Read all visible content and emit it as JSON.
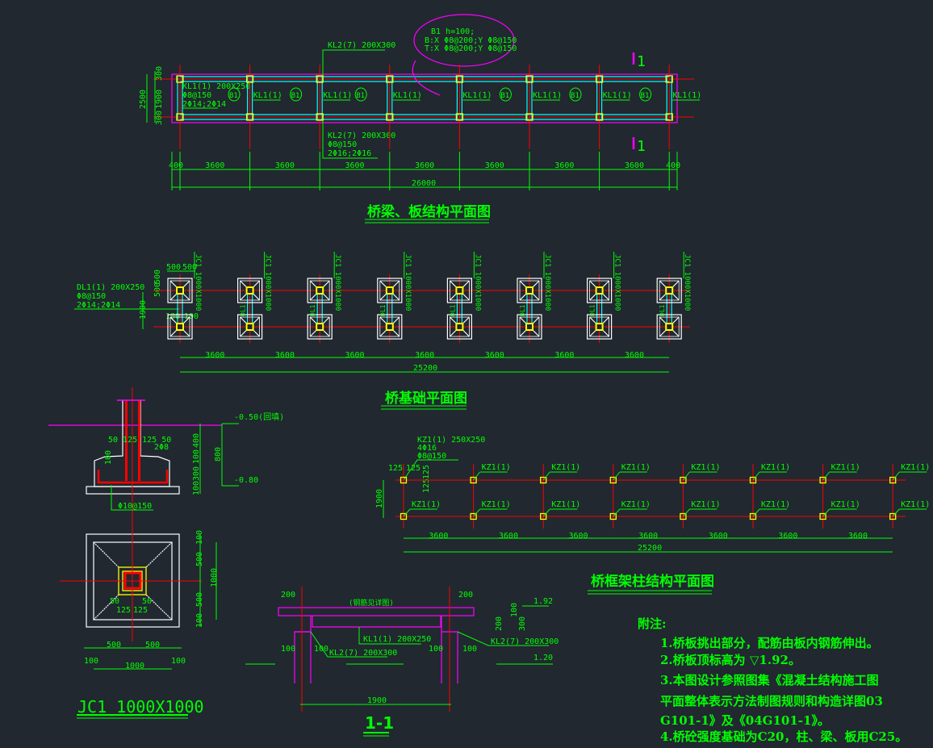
{
  "colors": {
    "background": "#212830",
    "text": "#00ff00",
    "axis": "#ff0000",
    "outline": "#ff00ff",
    "beam": "#00ffff",
    "column": "#ffff00",
    "footing": "#ffffff"
  },
  "plan_beam_slab": {
    "title": "桥梁、板结构平面图",
    "kl2_top": "KL2(7) 200X300",
    "kl2_bottom": [
      "KL2(7) 200X300",
      "Φ8@150",
      "2Φ16;2Φ16"
    ],
    "kl1_first": [
      "KL1(1) 200X250",
      "Φ8@150",
      "2Φ14;2Φ14"
    ],
    "kl1_label": "KL1(1)",
    "slab_label": "B1",
    "slab_note": [
      "B1 h=100;",
      "B:X Φ8@200;Y Φ8@150",
      "T:X Φ8@200;Y Φ8@150"
    ],
    "section_mark": "1",
    "side_dims": [
      "300",
      "1900",
      "300",
      "2500"
    ],
    "dims": [
      "400",
      "3600",
      "3600",
      "3600",
      "3600",
      "3600",
      "3600",
      "3600",
      "400"
    ],
    "total": "26000"
  },
  "plan_foundation": {
    "title": "桥基础平面图",
    "jc_label": "JC1 1000X1000",
    "dl_label": "DL1",
    "dl_note": [
      "DL1(1) 200X250",
      "Φ8@150",
      "2Φ14;2Φ14"
    ],
    "top_dims": [
      "500",
      "500"
    ],
    "side_dims": [
      "500",
      "500",
      "1900"
    ],
    "mid_dims": [
      "100",
      "100"
    ],
    "dims": [
      "3600",
      "3600",
      "3600",
      "3600",
      "3600",
      "3600",
      "3600"
    ],
    "total": "25200"
  },
  "plan_frame_column": {
    "title": "桥框架柱结构平面图",
    "kz_label": "KZ1(1)",
    "kz_note": [
      "KZ1(1) 250X250",
      "4Φ16",
      "Φ8@150"
    ],
    "detail_dims": [
      "125",
      "125",
      "125",
      "125"
    ],
    "side_dim": "1900",
    "dims": [
      "3600",
      "3600",
      "3600",
      "3600",
      "3600",
      "3600",
      "3600"
    ],
    "total": "25200"
  },
  "footing_detail": {
    "title": "JC1 1000X1000",
    "elev_top": "-0.50(回填)",
    "elev_bottom": "-0.80",
    "col_dims": "50 125 125 50",
    "stirrup": "2Φ8",
    "rebar": "Φ10@150",
    "v_dims": [
      "400",
      "100",
      "300",
      "100",
      "800",
      "100"
    ],
    "plan_v_dims": [
      "100",
      "500",
      "500",
      "100",
      "1000"
    ],
    "plan_inner": [
      "50",
      "125",
      "125",
      "50"
    ],
    "plan_h_dims": [
      "500",
      "500",
      "100",
      "1000",
      "100"
    ]
  },
  "section_1_1": {
    "title": "1-1",
    "note": "(钢筋见详图)",
    "dims_top": [
      "200",
      "200"
    ],
    "kl1": "KL1(1) 200X250",
    "kl2": "KL2(7) 200X300",
    "side": [
      "100",
      "100",
      "100",
      "100"
    ],
    "right_dims": [
      "100",
      "200",
      "300"
    ],
    "elev_top": "1.92",
    "elev_bottom": "1.20",
    "span": "1900"
  },
  "notes": {
    "heading": "附注:",
    "lines": [
      "1.桥板挑出部分，配筋由板内钢筋伸出。",
      "2.桥板顶标高为 ▽1.92。",
      "3.本图设计参照图集《混凝土结构施工图",
      "平面整体表示方法制图规则和构造详图03",
      "G101-1》及《04G101-1》。",
      "4.桥砼强度基础为C20，柱、梁、板用C25。"
    ]
  }
}
